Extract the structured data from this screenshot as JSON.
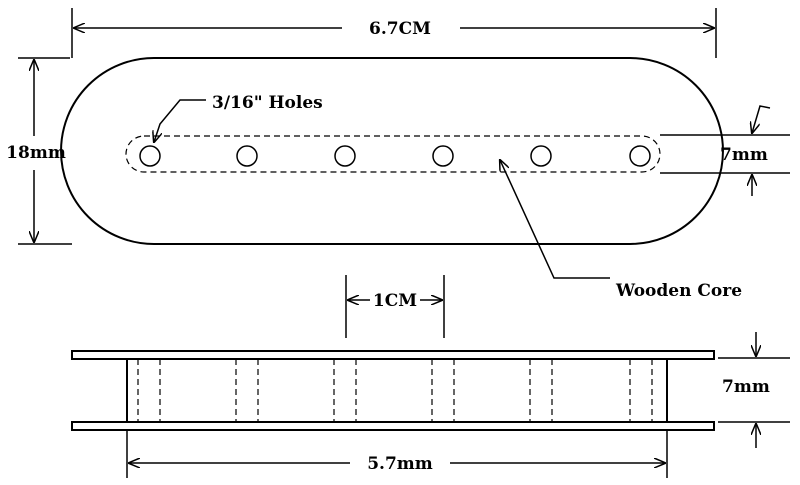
{
  "labels": {
    "overall_length": "6.7CM",
    "width": "18mm",
    "holes": "3/16\" Holes",
    "core_width": "7mm",
    "wooden_core": "Wooden Core",
    "hole_spacing": "1CM",
    "height": "7mm",
    "core_length": "5.7mm"
  },
  "hole_count": 6
}
